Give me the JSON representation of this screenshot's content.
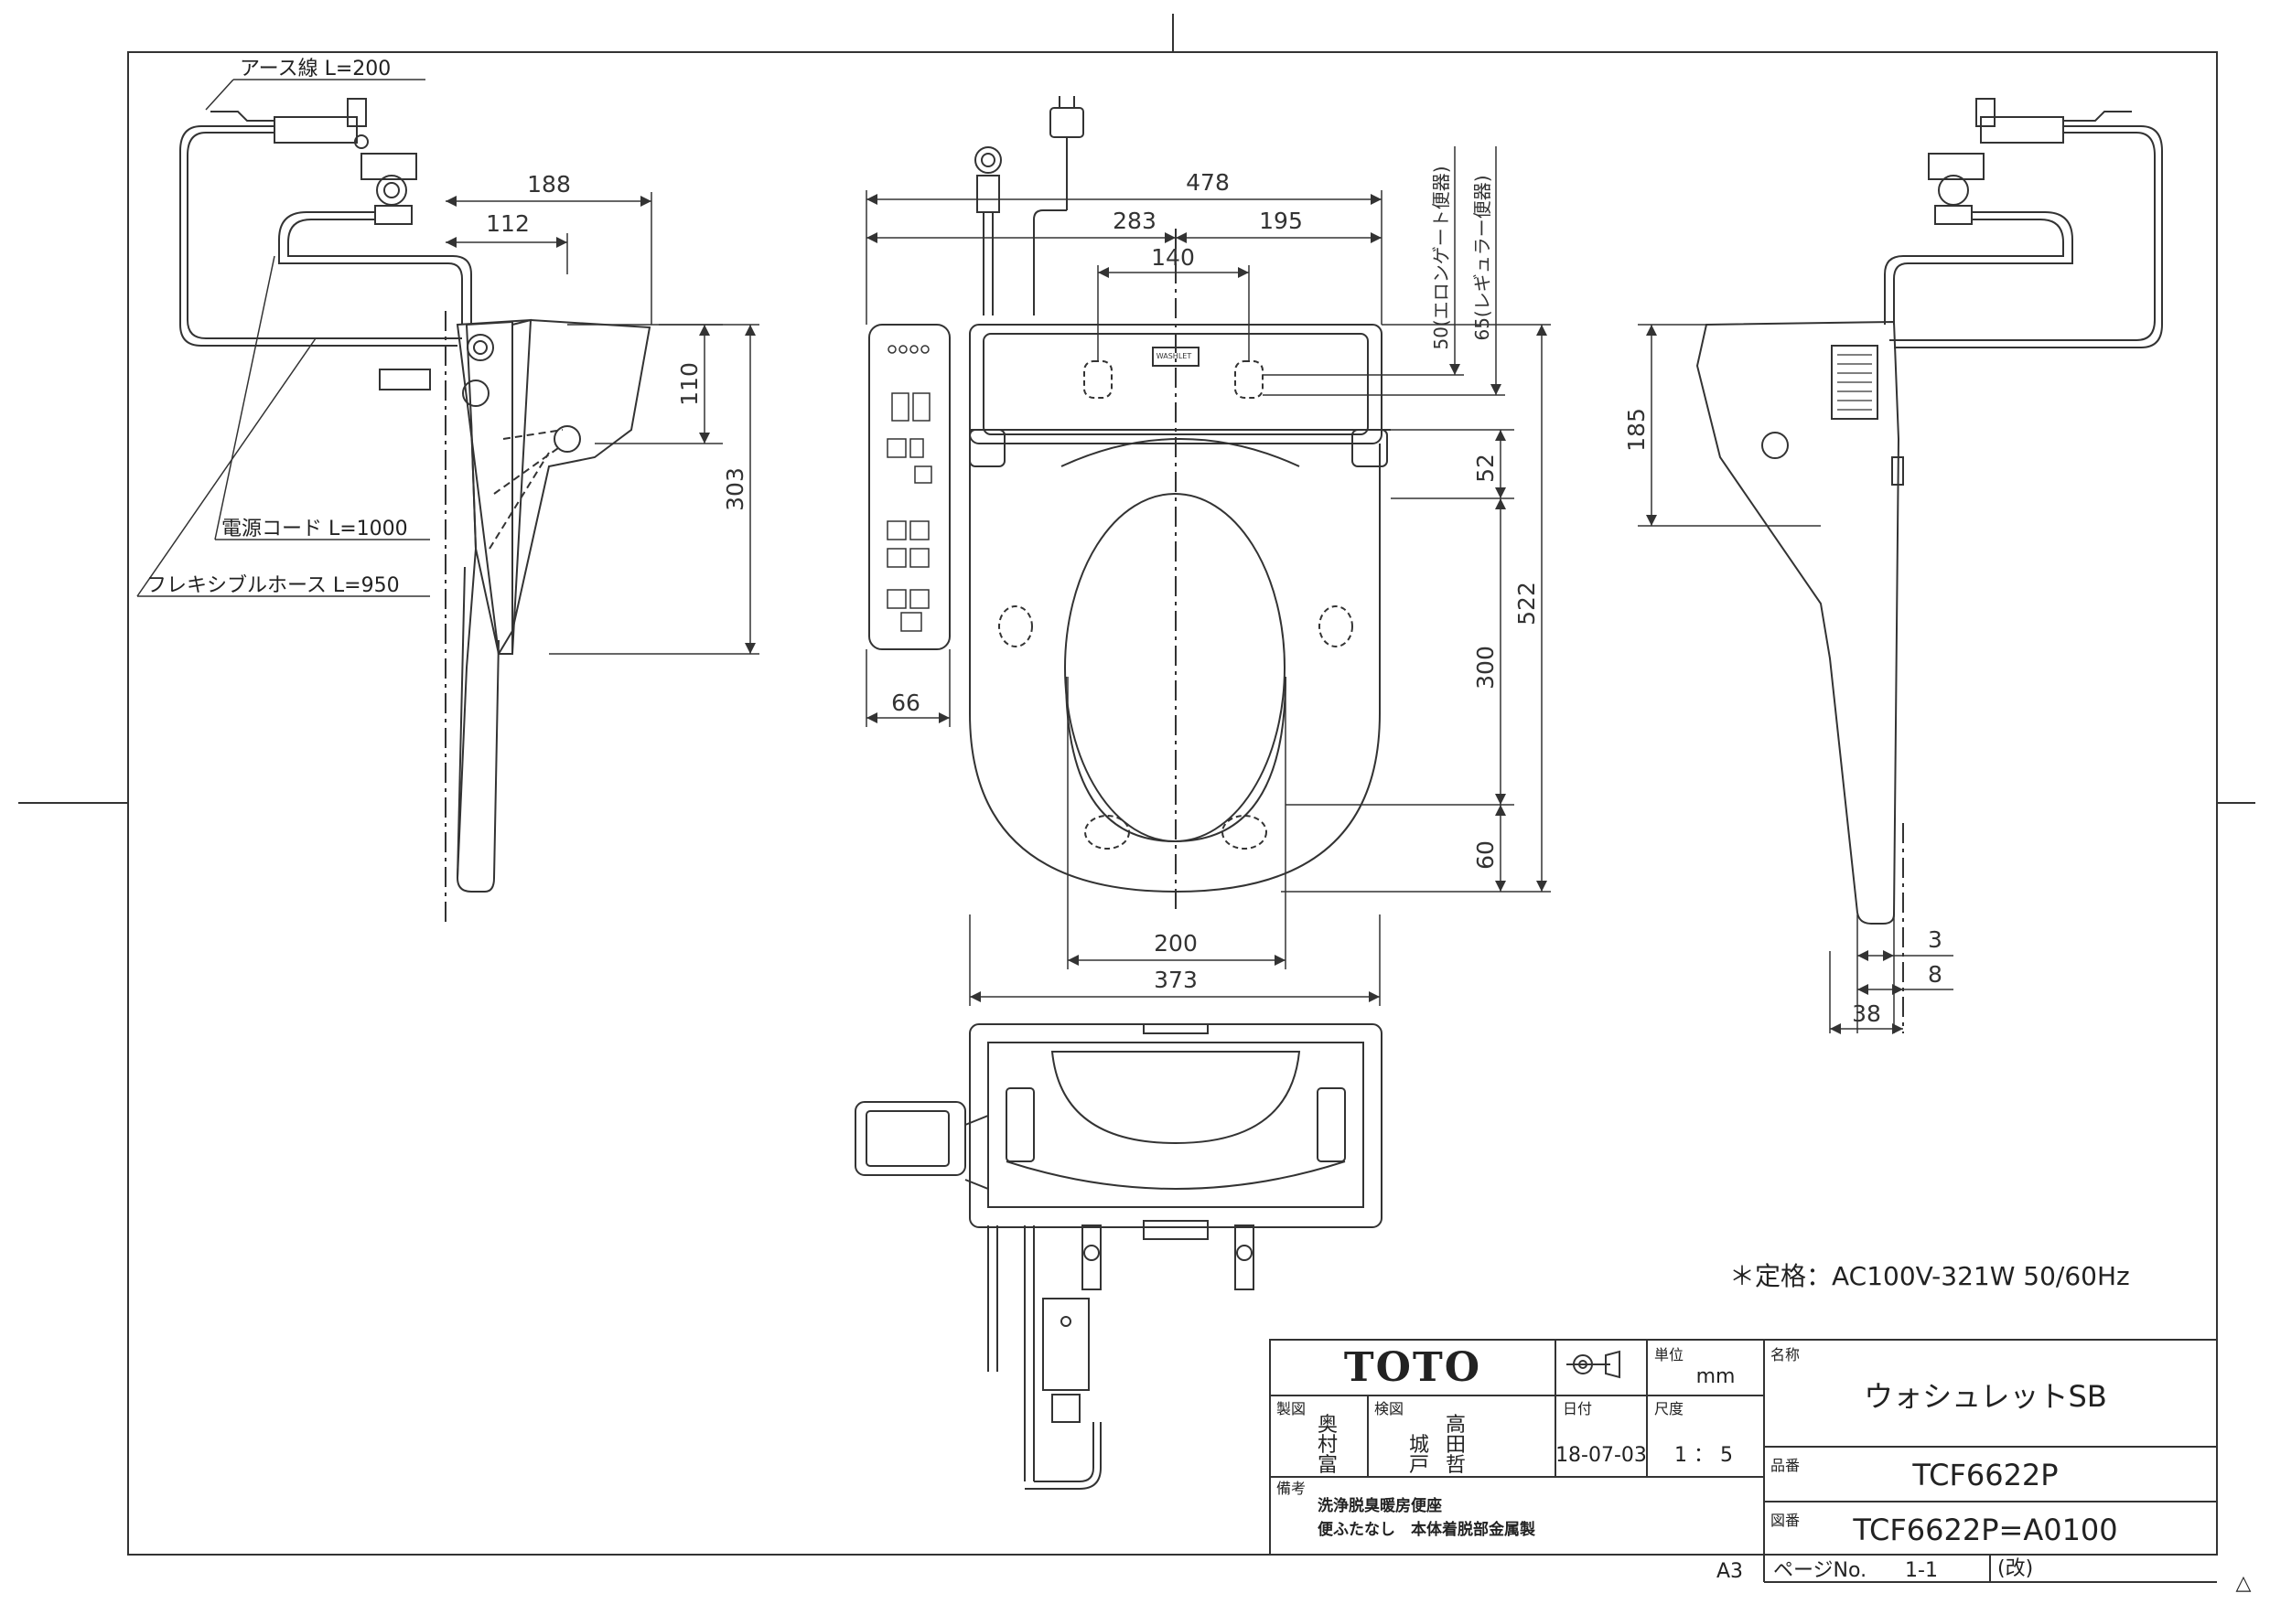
{
  "dimensions": {
    "side_188": "188",
    "side_112": "112",
    "side_110": "110",
    "side_303": "303",
    "front_478": "478",
    "front_283": "283",
    "front_195": "195",
    "front_140": "140",
    "front_66": "66",
    "front_200": "200",
    "front_373": "373",
    "front_52": "52",
    "front_300": "300",
    "front_522": "522",
    "front_60": "60",
    "front_50_note": "50(エロンゲート便器)",
    "front_65_note": "65(レギュラー便器)",
    "right_185": "185",
    "right_3": "3",
    "right_8": "8",
    "right_38": "38"
  },
  "callouts": {
    "earth_wire": "アース線 L=200",
    "power_cord": "電源コード L=1000",
    "flexible_hose": "フレキシブルホース L=950"
  },
  "rating": "＊定格：AC100V-321W 50/60Hz",
  "title_block": {
    "logo": "TOTO",
    "unit_label": "単位",
    "unit_value": "mm",
    "drawn_label": "製図",
    "drawn_names": [
      "奥",
      "村",
      "富"
    ],
    "checked_label": "検図",
    "checked_names": [
      "高",
      "城",
      "田",
      "戸",
      "哲"
    ],
    "date_label": "日付",
    "date_value": "18-07-03",
    "scale_label": "尺度",
    "scale_value": "1 ： 5",
    "name_label": "名称",
    "name_value": "ウォシュレットSB",
    "product_label": "品番",
    "product_value": "TCF6622P",
    "drawing_label": "図番",
    "drawing_value": "TCF6622P=A0100",
    "remarks_label": "備考",
    "remarks_line1": "洗浄脱臭暖房便座",
    "remarks_line2": "便ふたなし　本体着脱部金属製",
    "sheet_size": "A3",
    "page_label": "ページNo.",
    "page_value": "1-1",
    "revision_label": "(改)",
    "revision_mark": "△"
  },
  "remote_labels": {
    "brand": "WASHLET"
  }
}
